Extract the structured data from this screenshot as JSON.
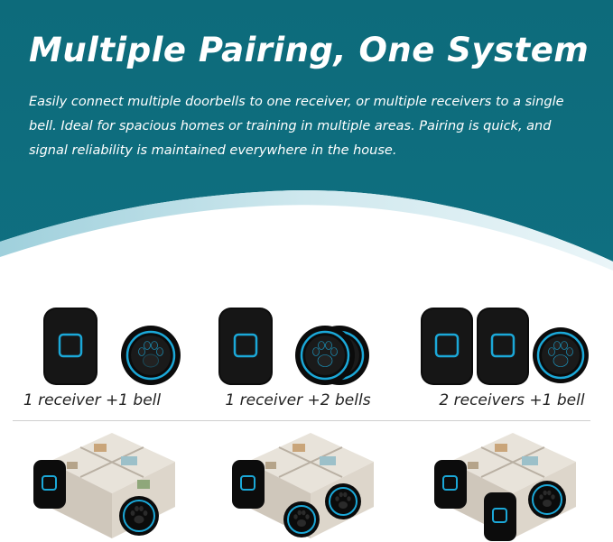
{
  "banner": {
    "title": "Multiple Pairing, One System",
    "description": "Easily connect multiple doorbells to one receiver, or multiple receivers to a single bell. Ideal for spacious homes or training in multiple areas. Pairing is quick, and signal reliability is maintained everywhere in the house.",
    "background_color": "#0e6a7a"
  },
  "configurations": [
    {
      "label": "1 receiver +1 bell",
      "receivers": 1,
      "bells": 1
    },
    {
      "label": "1 receiver +2 bells",
      "receivers": 1,
      "bells": 2
    },
    {
      "label": "2 receivers +1 bell",
      "receivers": 2,
      "bells": 1
    }
  ],
  "accent_color": "#1ba8d8",
  "icons": {
    "receiver": "receiver-icon",
    "bell": "paw-bell-icon",
    "floorplan": "house-floorplan-icon"
  }
}
